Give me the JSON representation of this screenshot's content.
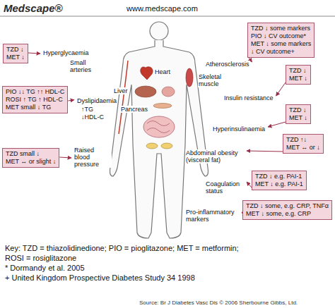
{
  "diagram": {
    "nodes": [
      {
        "text": [
          "TZD ↓",
          "MET ↓"
        ]
      },
      {
        "text": [
          "TZD ↓ some markers",
          "PIO ↓ CV outcome*",
          "MET ↓ some markers",
          "↓ CV outcome+"
        ]
      },
      {
        "text": [
          "TZD ↓",
          "MET ↓"
        ]
      },
      {
        "text": [
          "PIO ↓↓ TG ↑↑ HDL-C",
          "ROSI ↑ TG ↑ HDL-C",
          "MET small ↓ TG"
        ]
      },
      {
        "text": [
          "TZD ↓",
          "MET ↓"
        ]
      },
      {
        "text": [
          "TZD ↑↓",
          "MET ↔ or ↓"
        ]
      },
      {
        "text": [
          "TZD small ↓",
          "MET ↔ or slight ↓"
        ]
      },
      {
        "text": [
          "TZD ↓ e.g. PAI-1",
          "MET ↓ e.g. PAI-1"
        ]
      },
      {
        "text": [
          "TZD ↓ some, e.g. CRP, TNFα",
          "MET ↓ some, e.g. CRP"
        ]
      }
    ],
    "labels": [
      "Medscape®",
      "www.medscape.com",
      "Hyperglycaemia",
      "Small arteries",
      "Atherosclerosis",
      "Heart",
      "Skeletal muscle",
      "Liver",
      "Insulin resistance",
      "Pancreas",
      "Dyslipidaemia",
      "↑TG",
      "↓HDL-C",
      "Hyperinsulinaemia",
      "Abdominal obesity (visceral fat)",
      "Raised blood pressure",
      "Coagulation status",
      "Pro-inflammatory markers",
      "Key: TZD = thiazolidinedione; PIO = pioglitazone; MET = metformin;",
      "ROSI = rosiglitazone",
      "* Dormandy et al. 2005",
      "+ United Kingdom Prospective Diabetes Study 34 1998",
      "Source: Br J Diabetes Vasc Dis © 2006 Sherbourne Gibbs, Ltd."
    ]
  }
}
